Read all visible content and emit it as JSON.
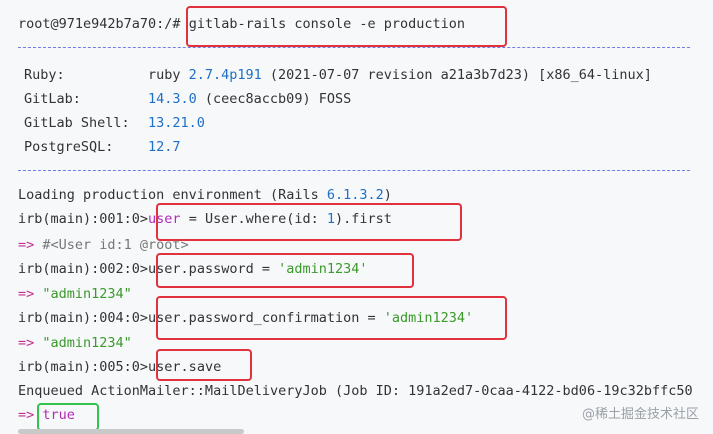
{
  "terminal": {
    "prompt": "root@971e942b7a70:/#",
    "command": "gitlab-rails console -e production",
    "info": [
      {
        "label": "Ruby:",
        "value_pre": "ruby ",
        "value_num": "2.7.4p191",
        "value_post": " (2021-07-07 revision a21a3b7d23) [x86_64-linux]"
      },
      {
        "label": "GitLab:",
        "value_pre": "",
        "value_num": "14.3.0",
        "value_post": " (ceec8accb09) FOSS"
      },
      {
        "label": "GitLab Shell:",
        "value_pre": "",
        "value_num": "13.21.0",
        "value_post": ""
      },
      {
        "label": "PostgreSQL:",
        "value_pre": "",
        "value_num": "12.7",
        "value_post": ""
      }
    ],
    "loading_pre": "Loading production environment (Rails ",
    "loading_num": "6.1.3.2",
    "loading_post": ")",
    "irb1_prompt": "irb(main):001:0>",
    "irb1_var": "user",
    "irb1_mid": " = User.where(id: ",
    "irb1_num": "1",
    "irb1_end": ").first",
    "arrow": "=>",
    "result1": " #<User id:1 @root>",
    "irb2_prompt": "irb(main):002:0>",
    "irb2_code": "user.password = ",
    "irb2_str": "'admin1234'",
    "result2": " \"admin1234\"",
    "irb4_prompt": "irb(main):004:0>",
    "irb4_code": "user.password_confirmation = ",
    "irb4_str": "'admin1234'",
    "result4": " \"admin1234\"",
    "irb5_prompt": "irb(main):005:0>",
    "irb5_code": "user.save",
    "enqueued": "Enqueued ActionMailer::MailDeliveryJob (Job ID: 191a2ed7-0caa-4122-bd06-19c32bffc50",
    "result5": "true"
  },
  "watermark": "@稀土掘金技术社区",
  "colors": {
    "highlight_box": "#e0313c",
    "success_box": "#34c34f"
  }
}
